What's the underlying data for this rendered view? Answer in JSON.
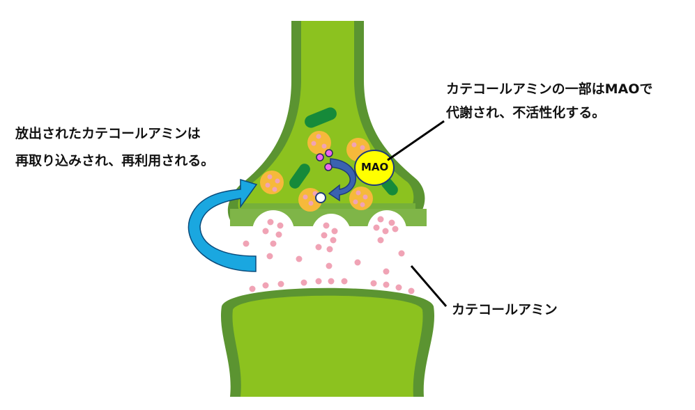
{
  "labels": {
    "reuptake_line1": "放出されたカテコールアミンは",
    "reuptake_line2": "再取り込みされ、再利用される。",
    "mao_line1": "カテコールアミンの一部はMAOで",
    "mao_line2": "代謝され、不活性化する。",
    "catecholamine": "カテコールアミン",
    "mao": "MAO"
  },
  "colors": {
    "neuron_dark": "#5b9431",
    "neuron_band": "#76b03a",
    "neuron_fill": "#8cc21f",
    "vesicle": "#f6b93b",
    "transmitter": "#f0a3b5",
    "mao": "#ffff00",
    "reuptake_arrow": "#1aa7e0",
    "mao_arrow": "#3a62b0",
    "metabolite": "#ee66ee"
  }
}
